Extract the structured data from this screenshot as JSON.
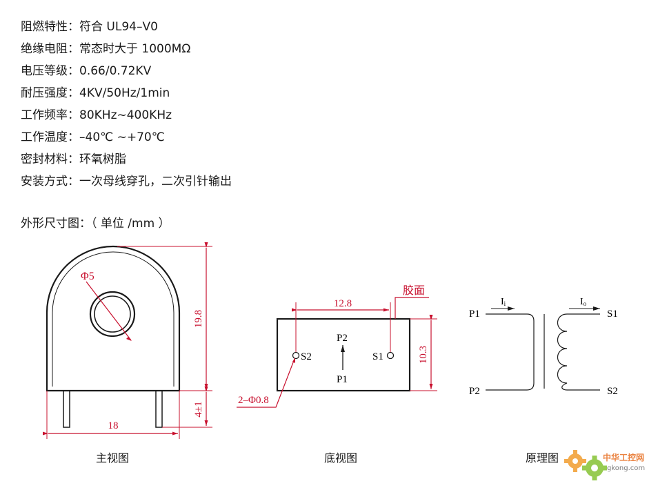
{
  "specs": [
    {
      "label": "阻燃特性：",
      "value": "符合 UL94–V0"
    },
    {
      "label": "绝缘电阻：",
      "value": "常态时大于 1000MΩ"
    },
    {
      "label": "电压等级：",
      "value": "0.66/0.72KV"
    },
    {
      "label": "耐压强度：",
      "value": "4KV/50Hz/1min"
    },
    {
      "label": "工作频率：",
      "value": "80KHz~400KHz"
    },
    {
      "label": "工作温度：",
      "value": "–40℃ ~+70℃"
    },
    {
      "label": "密封材料：",
      "value": "环氧树脂"
    },
    {
      "label": "安装方式：",
      "value": "一次母线穿孔，二次引针输出"
    }
  ],
  "section_title": "外形尺寸图：（ 单位 /mm ）",
  "front_view": {
    "caption": "主视图",
    "hole_dim": "Φ5",
    "height_dim": "19.8",
    "pin_dim": "4±1",
    "width_dim": "18"
  },
  "bottom_view": {
    "caption": "底视图",
    "spacing_dim": "12.8",
    "height_dim": "10.3",
    "glue_label": "胶面",
    "pin_dim": "2–Φ0.8",
    "s2": "S2",
    "s1": "S1",
    "p2": "P2",
    "p1": "P1"
  },
  "principle": {
    "caption": "原理图",
    "p1": "P1",
    "p2": "P2",
    "s1": "S1",
    "s2": "S2",
    "ii": "I",
    "ii_sub": "i",
    "io": "I",
    "io_sub": "o"
  },
  "watermark": {
    "line1": "中华工控网",
    "line2": "gkong.com"
  },
  "colors": {
    "dimension": "#c8102e",
    "line": "#1a1a1a"
  }
}
